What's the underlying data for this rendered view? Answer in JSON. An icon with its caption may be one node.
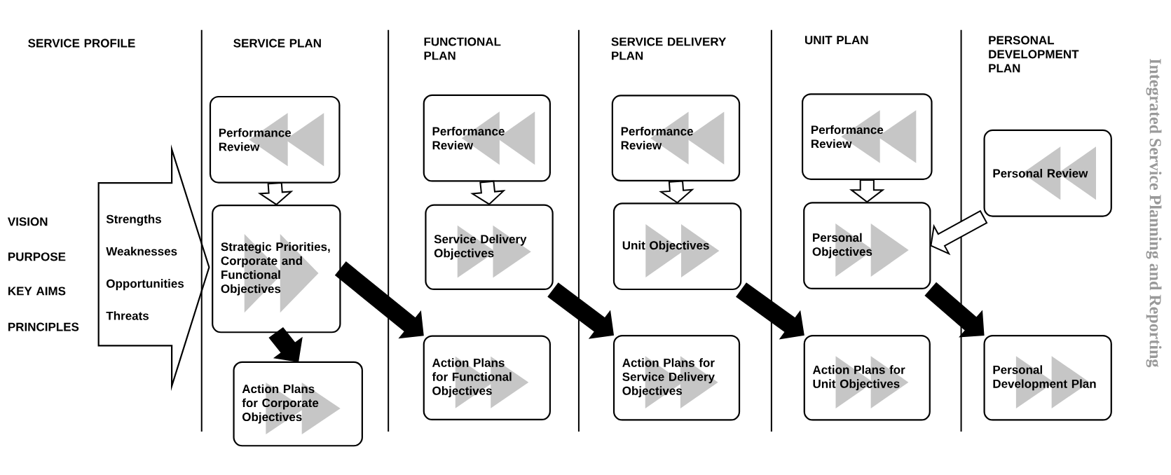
{
  "diagram": {
    "title": "Integrated Service Planning and Reporting",
    "nodes": [
      {
        "text": [
          "Strengths",
          "Weaknesses",
          "Opportunities",
          "Threats"
        ]
      },
      {
        "text": [
          "Performance Review"
        ]
      },
      {
        "text": [
          "Strategic Priorities, Corporate and Functional Objectives"
        ]
      },
      {
        "text": [
          "Action Plans for Corporate Objectives"
        ]
      },
      {
        "text": [
          "Performance Review"
        ]
      },
      {
        "text": [
          "Service Delivery Objectives"
        ]
      },
      {
        "text": [
          "Action Plans for Functional Objectives"
        ]
      },
      {
        "text": [
          "Performance Review"
        ]
      },
      {
        "text": [
          "Unit Objectives"
        ]
      },
      {
        "text": [
          "Action Plans for Service Delivery Objectives"
        ]
      },
      {
        "text": [
          "Performance Review"
        ]
      },
      {
        "text": [
          "Personal Objectives"
        ]
      },
      {
        "text": [
          "Action Plans for Unit Objectives"
        ]
      },
      {
        "text": [
          "Personal Review"
        ]
      },
      {
        "text": [
          "Personal Development Plan"
        ]
      }
    ],
    "edges": [
      {
        "from": 1,
        "to": 2,
        "arrow": "to"
      },
      {
        "from": 2,
        "to": 3,
        "arrow": "to",
        "style": "thick"
      },
      {
        "from": 2,
        "to": 6,
        "arrow": "to",
        "style": "thick"
      },
      {
        "from": 4,
        "to": 5,
        "arrow": "to"
      },
      {
        "from": 5,
        "to": 9,
        "arrow": "to",
        "style": "thick"
      },
      {
        "from": 7,
        "to": 8,
        "arrow": "to"
      },
      {
        "from": 8,
        "to": 12,
        "arrow": "to",
        "style": "thick"
      },
      {
        "from": 10,
        "to": 11,
        "arrow": "to"
      },
      {
        "from": 11,
        "to": 14,
        "arrow": "to",
        "style": "thick"
      },
      {
        "from": 13,
        "to": 11,
        "arrow": "to"
      }
    ],
    "labels": [
      "SERVICE PROFILE",
      "SERVICE PLAN",
      "FUNCTIONAL PLAN",
      "SERVICE DELIVERY PLAN",
      "UNIT PLAN",
      "PERSONAL DEVELOPMENT PLAN",
      "VISION",
      "PURPOSE",
      "KEY AIMS",
      "PRINCIPLES"
    ]
  }
}
